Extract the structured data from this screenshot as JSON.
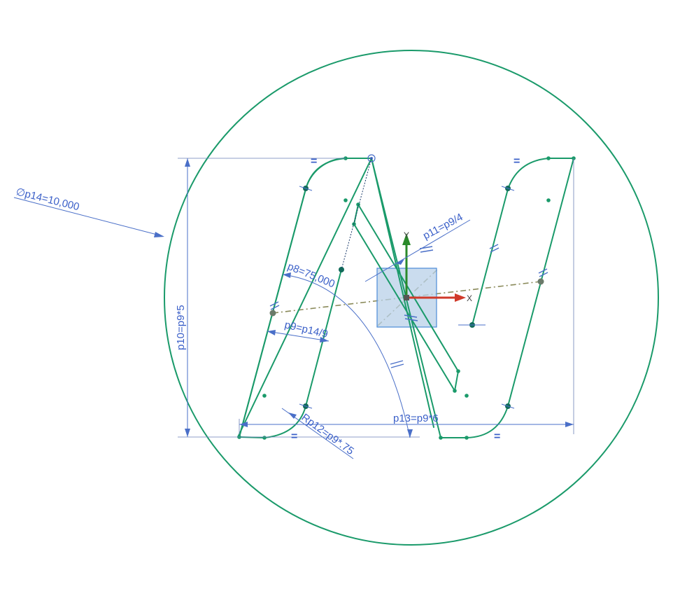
{
  "dimensions": {
    "diameter": "∅p14=10,000",
    "height": "p10=p9*5",
    "angle": "p8=75,000",
    "stroke_width": "p9=p14/9",
    "offset": "p11=p9/4",
    "radius": "Rp12=p9*.75",
    "width": "p13=p9*6"
  },
  "triad": {
    "x_label": "X",
    "y_label": "Y"
  },
  "constraints": {
    "equal_symbol": "=",
    "parallel_symbol": "//"
  },
  "colors": {
    "geometry": "#1a9a6a",
    "dimension": "#3a5fc8",
    "reference": "#8a8a5a",
    "x_axis": "#d03a2a",
    "y_axis": "#2a8a2a",
    "plane": "#b8d0e8"
  }
}
